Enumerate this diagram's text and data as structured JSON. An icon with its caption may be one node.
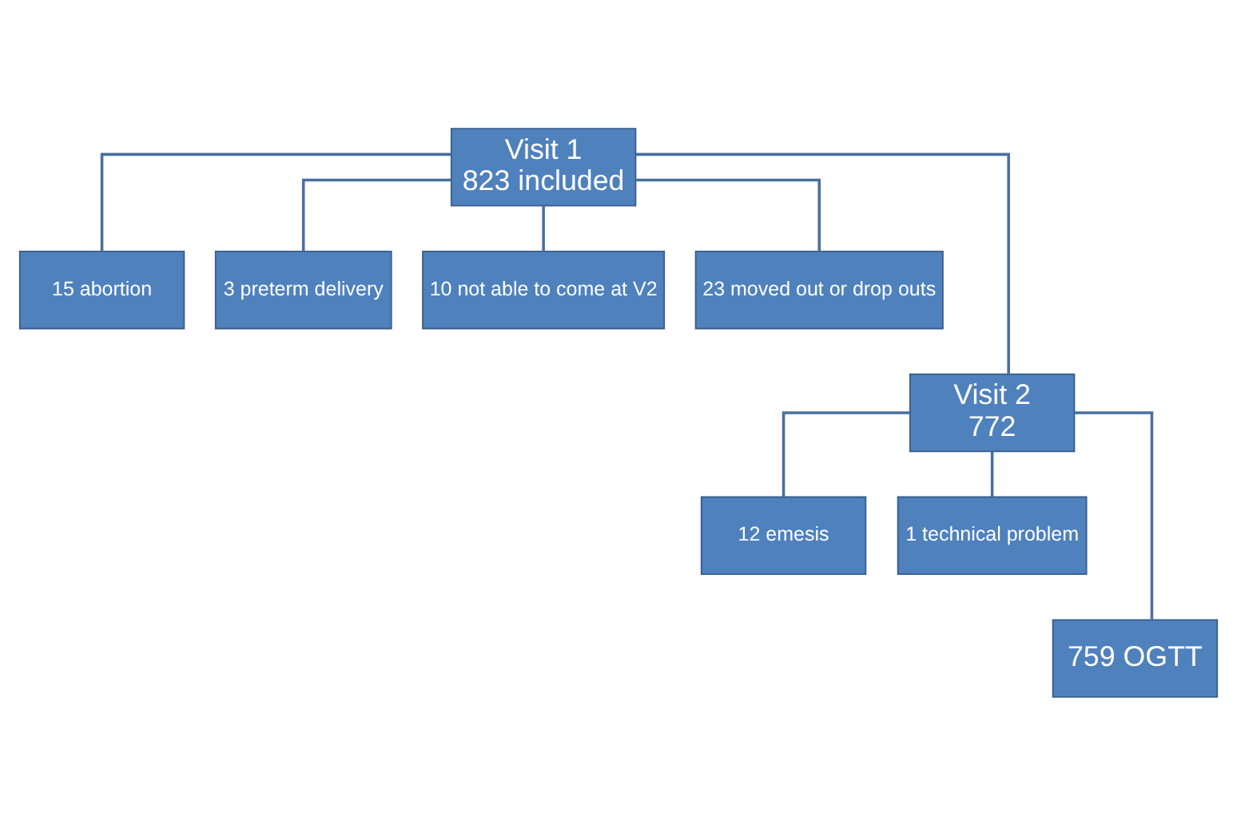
{
  "diagram": {
    "nodes": [
      {
        "text": [
          "Visit 1",
          "823 included"
        ]
      },
      {
        "text": [
          "15 abortion"
        ]
      },
      {
        "text": [
          "3 preterm delivery"
        ]
      },
      {
        "text": [
          "10 not able to come at V2"
        ]
      },
      {
        "text": [
          "23 moved out or drop outs"
        ]
      },
      {
        "text": [
          "Visit 2",
          "772"
        ]
      },
      {
        "text": [
          "12 emesis"
        ]
      },
      {
        "text": [
          "1 technical problem"
        ]
      },
      {
        "text": [
          "759 OGTT"
        ]
      }
    ],
    "edges": [
      {
        "from": 0,
        "to": 1,
        "arrow": "none"
      },
      {
        "from": 0,
        "to": 2,
        "arrow": "none"
      },
      {
        "from": 0,
        "to": 3,
        "arrow": "none"
      },
      {
        "from": 0,
        "to": 4,
        "arrow": "none"
      },
      {
        "from": 0,
        "to": 5,
        "arrow": "none"
      },
      {
        "from": 5,
        "to": 6,
        "arrow": "none"
      },
      {
        "from": 5,
        "to": 7,
        "arrow": "none"
      },
      {
        "from": 5,
        "to": 8,
        "arrow": "none"
      }
    ]
  }
}
